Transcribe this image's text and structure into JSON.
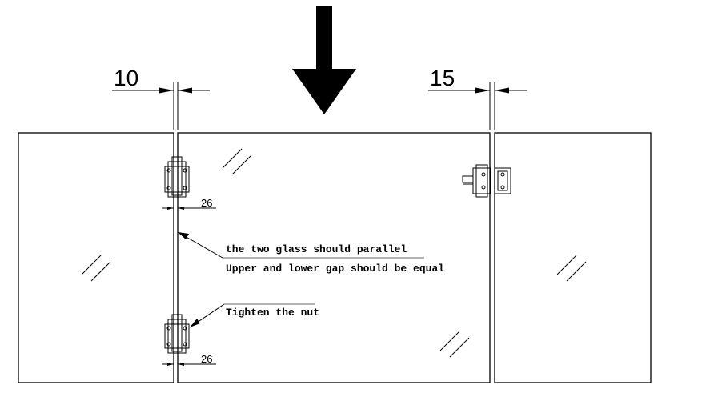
{
  "dimensions": {
    "left_gap": "10",
    "right_gap": "15",
    "hinge_top_offset": "26",
    "hinge_bottom_offset": "26"
  },
  "annotations": {
    "parallel_note": "the two glass should parallel",
    "gap_note": "Upper and lower gap should be equal",
    "nut_note": "Tighten the nut"
  },
  "icons": {
    "push_direction": "down-arrow-icon",
    "glass_reflection": "glass-hatch-icon",
    "hinge": "hinge-icon",
    "latch": "latch-icon"
  },
  "colors": {
    "line": "#000000",
    "background": "#ffffff",
    "guide_line": "#666666"
  }
}
